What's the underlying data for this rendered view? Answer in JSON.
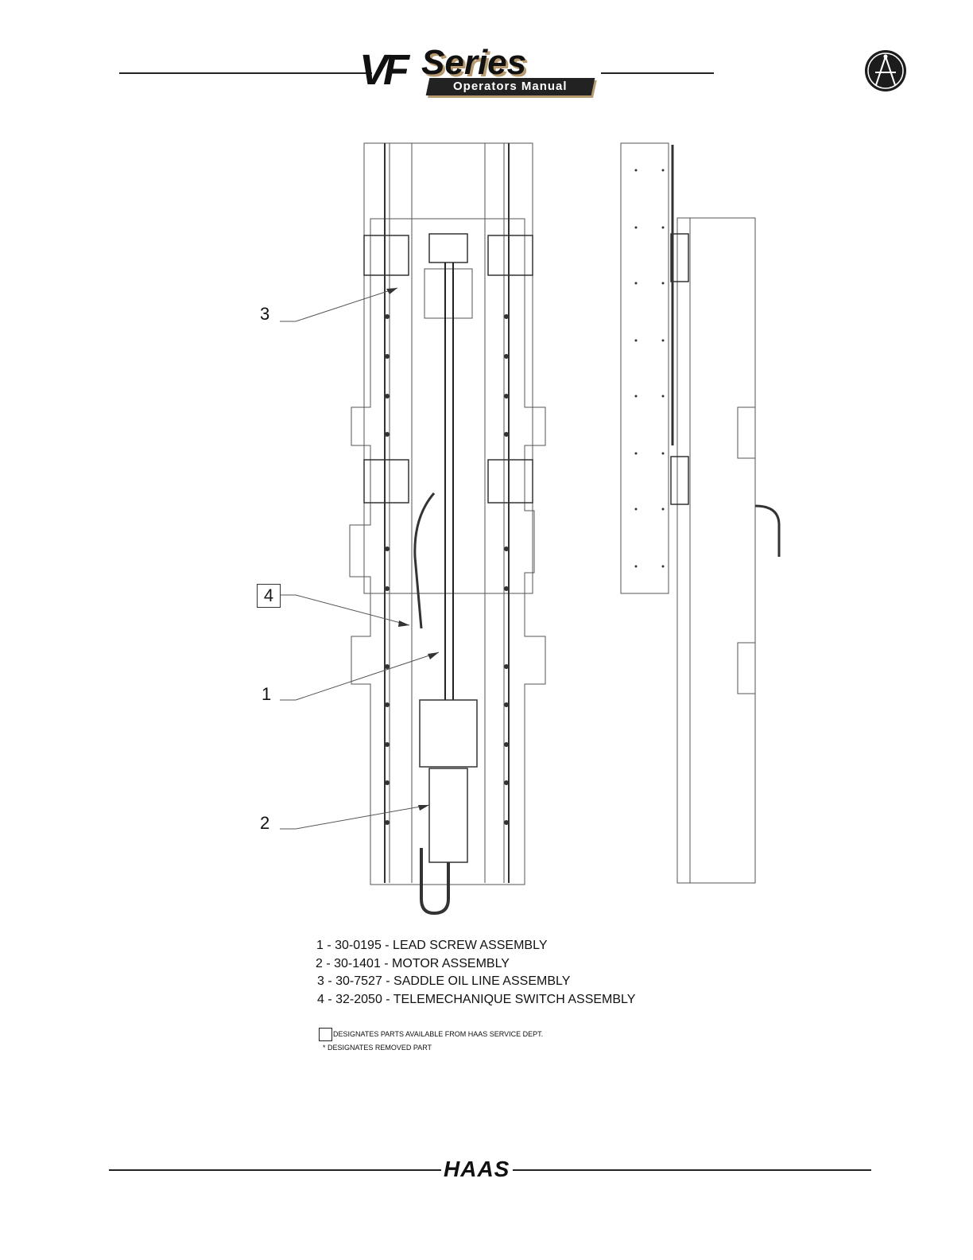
{
  "header": {
    "logo_vf": "VF",
    "logo_series": "Series",
    "logo_subtitle": "Operators Manual",
    "badge_icon": "compass-emblem-icon"
  },
  "callouts": {
    "c1": "1",
    "c2": "2",
    "c3": "3",
    "c4": "4"
  },
  "legend": {
    "items": [
      "1 - 30-0195 - LEAD SCREW ASSEMBLY",
      "2 - 30-1401 - MOTOR ASSEMBLY",
      "3 - 30-7527 - SADDLE OIL LINE ASSEMBLY",
      "4 - 32-2050 - TELEMECHANIQUE SWITCH ASSEMBLY"
    ],
    "note_available": "DESIGNATES PARTS AVAILABLE FROM HAAS SERVICE DEPT.",
    "note_removed": "* DESIGNATES REMOVED PART"
  },
  "footer": {
    "brand": "HAAS"
  }
}
